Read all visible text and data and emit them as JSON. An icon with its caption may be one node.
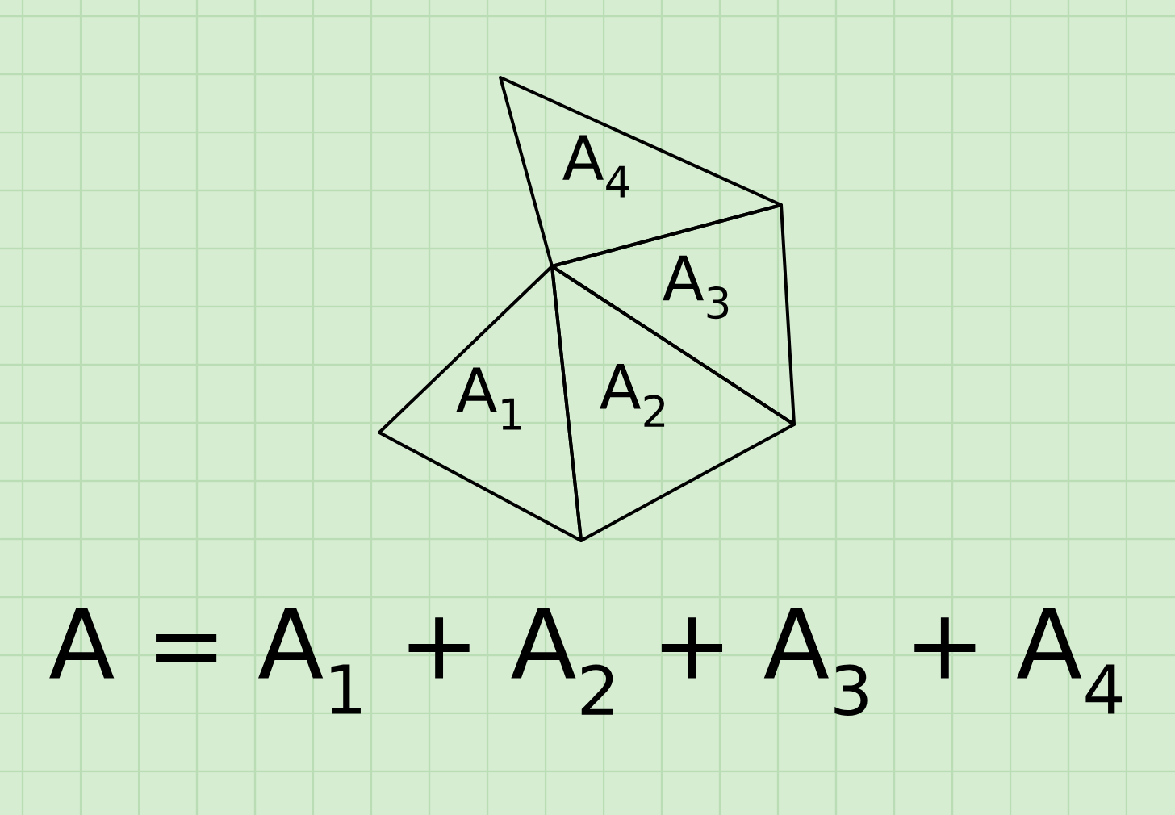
{
  "diagram": {
    "nodes": [
      {
        "text": [
          "A$_{4}$"
        ]
      },
      {
        "text": [
          "A$_{3}$"
        ]
      },
      {
        "text": [
          "A$_{1}$"
        ]
      },
      {
        "text": [
          "A$_{2}$"
        ]
      }
    ],
    "labels": [
      "A = A$_{1}$ + A$_{2}$ + A$_{3}$ + A$_{4}$"
    ]
  }
}
